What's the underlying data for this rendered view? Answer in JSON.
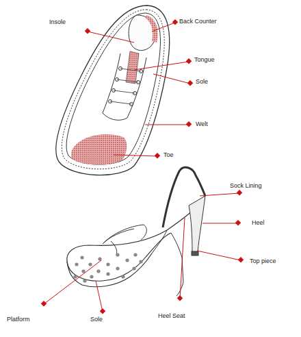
{
  "diagram": {
    "labels": [
      "Insole",
      "Back Counter",
      "Tongue",
      "Sole",
      "Welt",
      "Toe",
      "Sock Lining",
      "Heel",
      "Top piece",
      "Platform",
      "Sole",
      "Heel Seat"
    ]
  }
}
